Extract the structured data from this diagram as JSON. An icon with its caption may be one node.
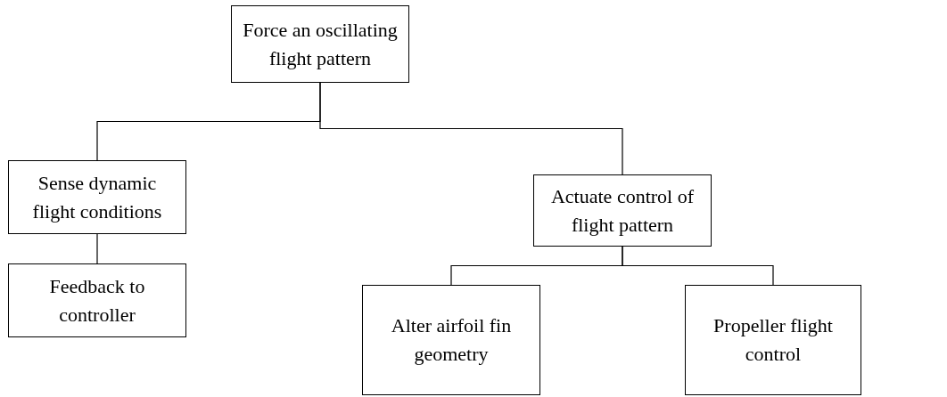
{
  "diagram": {
    "nodes": [
      {
        "text": [
          "Force an oscillating flight pattern"
        ]
      },
      {
        "text": [
          "Sense dynamic flight conditions"
        ]
      },
      {
        "text": [
          "Feedback to controller"
        ]
      },
      {
        "text": [
          "Actuate control of flight pattern"
        ]
      },
      {
        "text": [
          "Alter airfoil fin geometry"
        ]
      },
      {
        "text": [
          "Propeller flight control"
        ]
      }
    ],
    "edges": [
      {
        "from": 0,
        "to": 1,
        "arrow": "none"
      },
      {
        "from": 0,
        "to": 3,
        "arrow": "none"
      },
      {
        "from": 1,
        "to": 2,
        "arrow": "none"
      },
      {
        "from": 3,
        "to": 4,
        "arrow": "none"
      },
      {
        "from": 3,
        "to": 5,
        "arrow": "none"
      }
    ]
  }
}
